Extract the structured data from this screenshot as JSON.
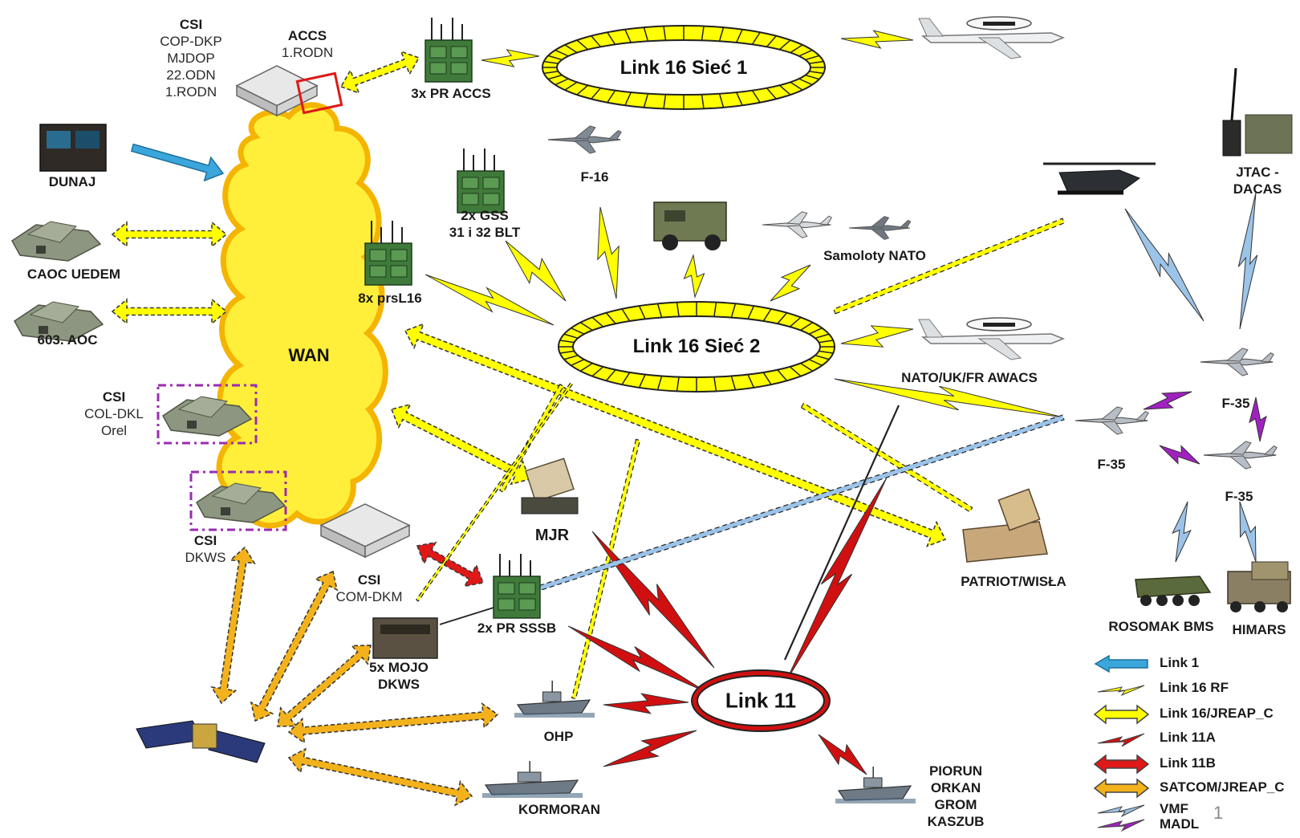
{
  "rings": {
    "link16_net1": "Link 16 Sieć 1",
    "link16_net2": "Link 16 Sieć 2",
    "link11": "Link 11"
  },
  "cloud": {
    "label": "WAN"
  },
  "nodes": {
    "csi_top": {
      "title": "CSI",
      "lines": [
        "COP-DKP",
        "MJDOP",
        "22.ODN",
        "1.RODN"
      ]
    },
    "accs": {
      "title": "ACCS",
      "sub": "1.RODN"
    },
    "pr_accs": "3x PR ACCS",
    "dunaj": "DUNAJ",
    "caoc": "CAOC UEDEM",
    "aoc603": "603. AOC",
    "csi_col": {
      "title": "CSI",
      "lines": [
        "COL-DKL",
        "Orel"
      ]
    },
    "csi_dkws": {
      "title": "CSI",
      "sub": "DKWS"
    },
    "csi_com": {
      "title": "CSI",
      "sub": "COM-DKM"
    },
    "gss": [
      "2x GSS",
      "31 i 32 BLT"
    ],
    "prsl16": "8x prsL16",
    "f16": "F-16",
    "nato_planes": "Samoloty NATO",
    "awacs": "NATO/UK/FR AWACS",
    "jtac": [
      "JTAC -",
      "DACAS"
    ],
    "f35_a": "F-35",
    "f35_b": "F-35",
    "f35_c": "F-35",
    "mjr": "MJR",
    "patriot": "PATRIOT/WISŁA",
    "pr_sssb": "2x PR SSSB",
    "mojo": [
      "5x MOJO",
      "DKWS"
    ],
    "ohp": "OHP",
    "kormoran": "KORMORAN",
    "ships": [
      "PIORUN",
      "ORKAN",
      "GROM",
      "KASZUB"
    ],
    "rosomak": "ROSOMAK BMS",
    "himars": "HIMARS"
  },
  "legend": [
    {
      "label": "Link 1",
      "symbol": "blue-arrow-icon"
    },
    {
      "label": "Link 16 RF",
      "symbol": "yellow-bolt-icon"
    },
    {
      "label": "Link 16/JREAP_C",
      "symbol": "yellow-double-arrow-icon"
    },
    {
      "label": "Link 11A",
      "symbol": "red-bolt-icon"
    },
    {
      "label": "Link 11B",
      "symbol": "red-double-arrow-icon"
    },
    {
      "label": "SATCOM/JREAP_C",
      "symbol": "orange-double-arrow-icon"
    },
    {
      "label": "VMF",
      "symbol": "blue-bolt-icon"
    },
    {
      "label": "MADL",
      "symbol": "purple-bolt-icon"
    }
  ],
  "page_number": "1",
  "colors": {
    "link16": "#ffff00",
    "link11": "#d01010",
    "link1": "#3aa6dc",
    "satcom": "#f3b21c",
    "vmf": "#9cc3e8",
    "madl": "#a020c0",
    "cloud": "#ffef3a",
    "cloud_edge": "#f4b400"
  }
}
